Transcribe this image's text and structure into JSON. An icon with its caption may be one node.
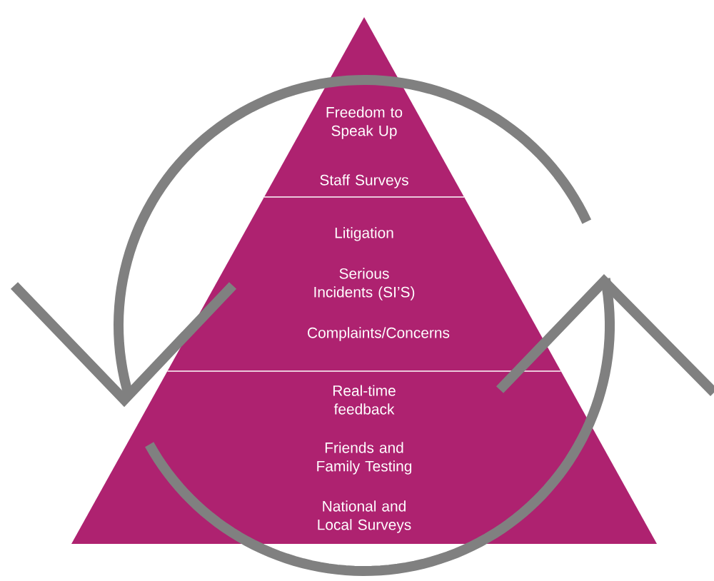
{
  "diagram": {
    "nodes": [
      {
        "text": [
          "Freedom to Speak Up",
          "Staff Surveys"
        ]
      },
      {
        "text": [
          "Litigation",
          "Serious Incidents (SI’S)",
          "Complaints/Concerns"
        ]
      },
      {
        "text": [
          "Real-time feedback",
          "Friends and Family Testing",
          "National and Local Surveys"
        ]
      }
    ]
  }
}
